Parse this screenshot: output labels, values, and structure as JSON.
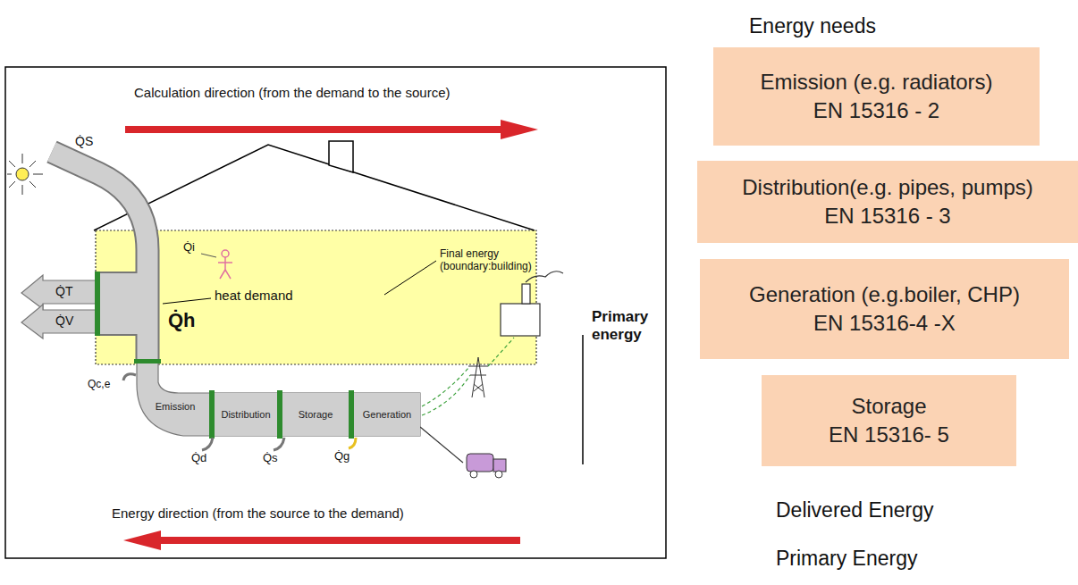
{
  "diagram": {
    "nodes": [
      {
        "text": [
          "Emission"
        ]
      },
      {
        "text": [
          "Distribution"
        ]
      },
      {
        "text": [
          "Storage"
        ]
      },
      {
        "text": [
          "Generation"
        ]
      },
      {
        "text": [
          "Emission (e.g. radiators)",
          "EN 15316 - 2"
        ]
      },
      {
        "text": [
          "Distribution(e.g. pipes, pumps)",
          "EN 15316 - 3"
        ]
      },
      {
        "text": [
          "Generation (e.g.boiler, CHP)",
          "EN 15316-4 -X"
        ]
      },
      {
        "text": [
          "Storage",
          "EN 15316- 5"
        ]
      }
    ],
    "labels": [
      "Calculation direction (from the demand to the source)",
      "Final energy (boundary:building)",
      "heat demand",
      "Q̇S",
      "Q̇T",
      "Q̇V",
      "Q̇i",
      "Q̇h",
      "Qc,e",
      "Q̇d",
      "Q̇s",
      "Q̇g",
      "Primary energy",
      "Energy direction (from the source to the demand)",
      "Energy needs",
      "Delivered Energy",
      "Primary Energy"
    ]
  }
}
